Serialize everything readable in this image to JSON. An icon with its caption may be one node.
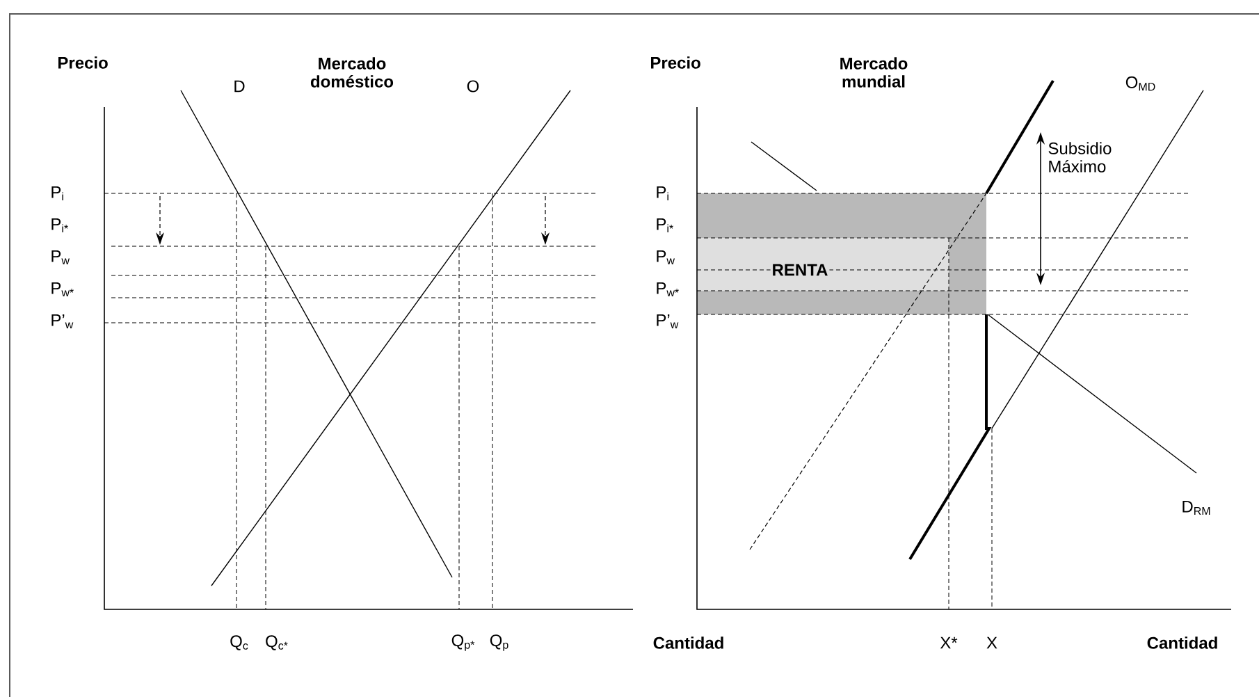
{
  "diagram": {
    "labels": [
      "Precio",
      "Mercado doméstico",
      "D",
      "O",
      "P$_{i}$",
      "P$_{i*}$",
      "P$_{w}$",
      "P$_{w*}$",
      "P’$_{w}$",
      "Q$_{c}$",
      "Q$_{c*}$",
      "Q$_{p*}$",
      "Q$_{p}$",
      "Cantidad",
      "Precio",
      "Mercado mundial",
      "O$_{MD}$",
      "Subsidio Máximo",
      "P$_{i}$",
      "P$_{i*}$",
      "P$_{w}$",
      "P$_{w*}$",
      "P’$_{w}$",
      "RENTA",
      "D$_{RM}$",
      "X*",
      "X",
      "Cantidad"
    ]
  }
}
